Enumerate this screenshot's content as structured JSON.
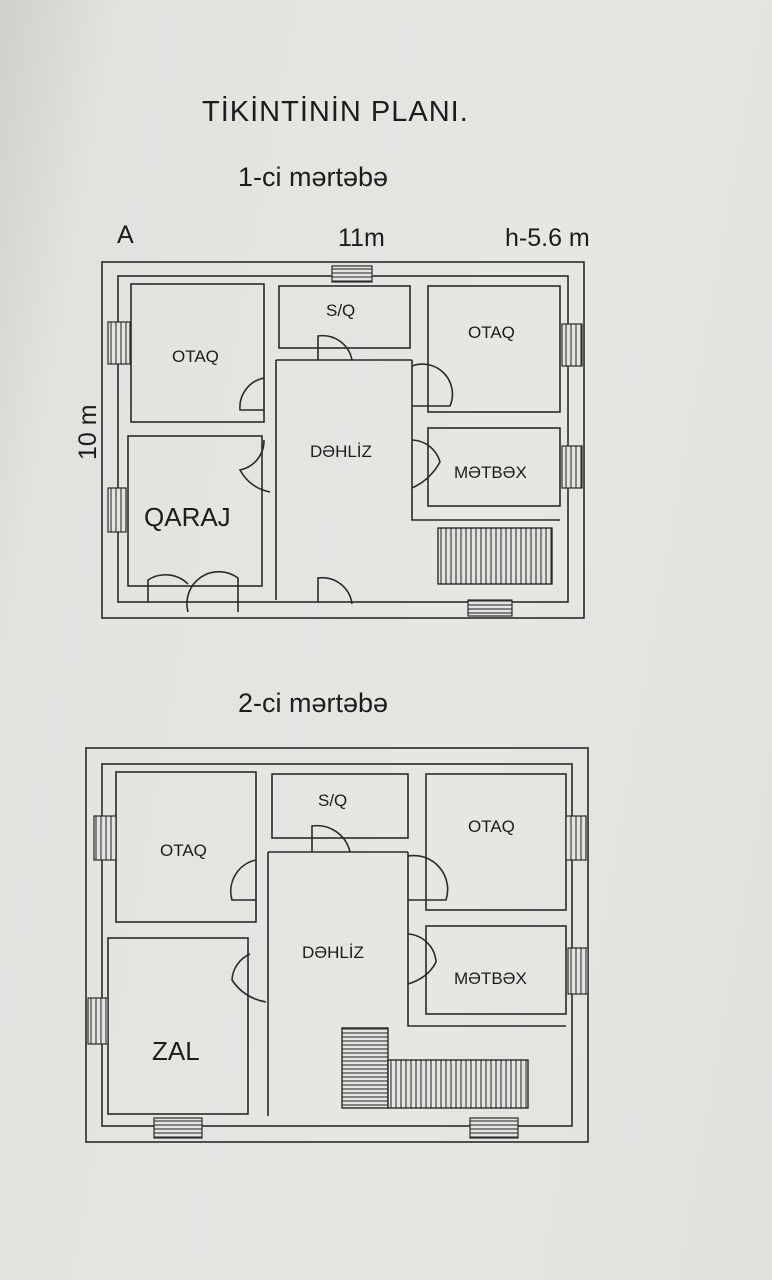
{
  "title": "TİKİNTİNİN PLANI.",
  "floor_1": {
    "heading": "1-ci mərtəbə",
    "corner_label": "A",
    "width_label": "11m",
    "height_label": "h-5.6 m",
    "depth_label": "10 m",
    "rooms": {
      "otaq_left": "OTAQ",
      "sq": "S/Q",
      "otaq_right": "OTAQ",
      "dehliz": "DƏHLİZ",
      "metbex": "MƏTBƏX",
      "qaraj": "QARAJ"
    }
  },
  "floor_2": {
    "heading": "2-ci mərtəbə",
    "rooms": {
      "otaq_left": "OTAQ",
      "sq": "S/Q",
      "otaq_right": "OTAQ",
      "dehliz": "DƏHLİZ",
      "metbex": "MƏTBƏX",
      "zal": "ZAL"
    }
  }
}
